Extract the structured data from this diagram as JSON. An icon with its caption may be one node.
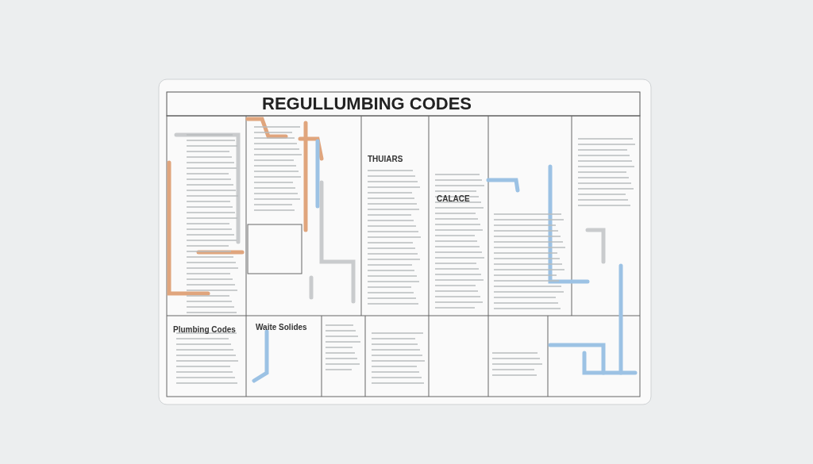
{
  "diagram": {
    "title": "REGULLUMBING CODES",
    "labels": [
      "THUIARS",
      "CALACE",
      "Plumbing Codes",
      "Waite Solides"
    ]
  }
}
